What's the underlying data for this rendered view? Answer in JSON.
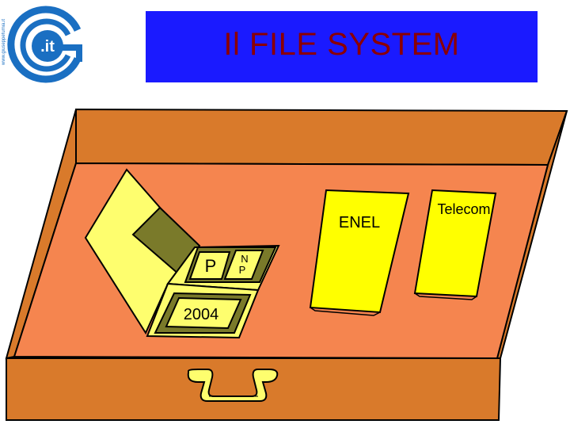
{
  "header": {
    "logo_text": ".it",
    "logo_url": "www.giuseppefumia.it",
    "title": "Il FILE SYSTEM"
  },
  "diagram": {
    "folder_tab_left": "P",
    "folder_tab_right_top": "N",
    "folder_tab_right_bottom": "P",
    "folder_year": "2004",
    "document_1": "ENEL",
    "document_2": "Telecom"
  },
  "colors": {
    "title_background": "#1a1aff",
    "title_text": "#8b0000",
    "case_outer": "#d97a2b",
    "case_inner": "#f5854f",
    "folder": "#fefe6e",
    "folder_inner": "#7a7a2a",
    "documents": "#ffff00",
    "logo": "#1a6fc2"
  }
}
